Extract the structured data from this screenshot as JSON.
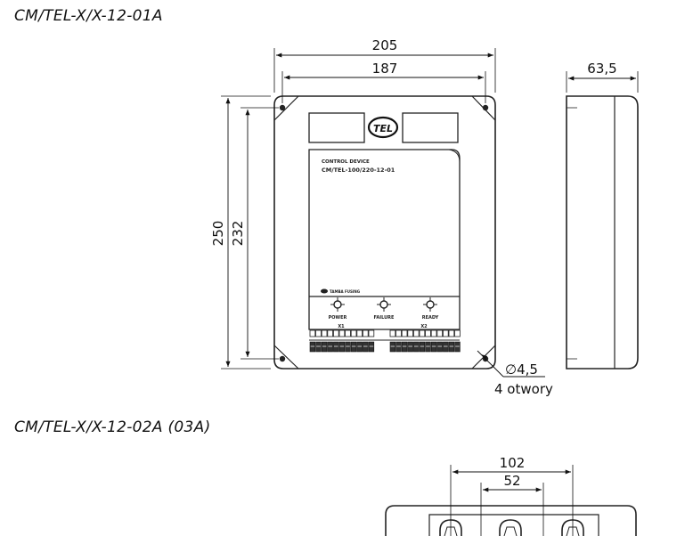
{
  "titles": {
    "top": "CM/TEL-X/X-12-01A",
    "bottom": "CM/TEL-X/X-12-02A (03A)"
  },
  "dimensions": {
    "width_outer": "205",
    "width_holes": "187",
    "depth": "63,5",
    "height_outer": "250",
    "height_holes": "232",
    "hole_diameter": "∅4,5",
    "hole_count": "4 otwory",
    "bottom_outer": "102",
    "bottom_inner": "52"
  },
  "device": {
    "logo": "TEL",
    "label_line1": "CONTROL DEVICE",
    "label_line2": "CM/TEL-100/220-12-01",
    "maker": "TAMBA FUSING",
    "led_labels": [
      "POWER",
      "FAILURE",
      "READY"
    ],
    "terminal_x1": "X1",
    "terminal_x2": "X2"
  }
}
